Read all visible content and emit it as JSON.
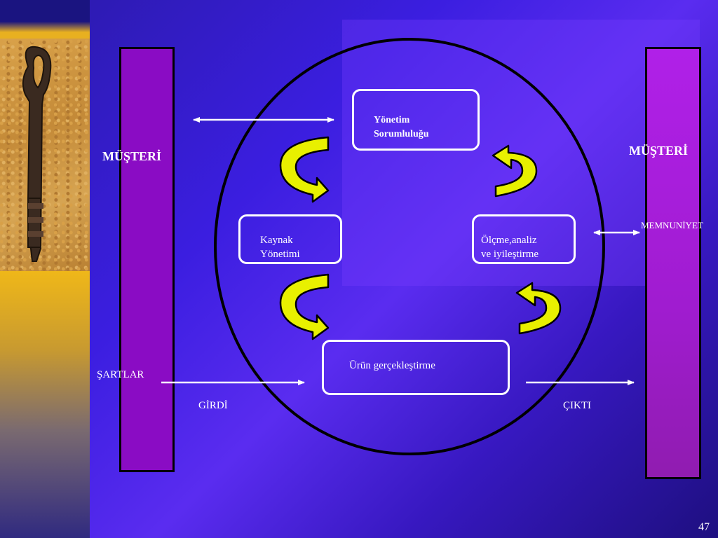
{
  "customer_left": {
    "label": "MÜŞTERİ"
  },
  "customer_right": {
    "label": "MÜŞTERİ"
  },
  "boxes": {
    "management": [
      "Yönetim",
      "Sorumluluğu"
    ],
    "resource": [
      "Kaynak",
      "Yönetimi"
    ],
    "measurement": [
      "Ölçme,analiz",
      "ve iyileştirme"
    ],
    "product": [
      "Ürün gerçekleştirme"
    ]
  },
  "labels": {
    "requirements": "ŞARTLAR",
    "input": "GİRDİ",
    "output": "ÇIKTI",
    "satisfaction": "MEMNUNİYET"
  },
  "slide_number": "47",
  "colors": {
    "background": "#3b1ee0",
    "customer_bar": "#8a0cc4",
    "cycle_arrow": "#e8f000",
    "box_border": "#ffffff"
  }
}
